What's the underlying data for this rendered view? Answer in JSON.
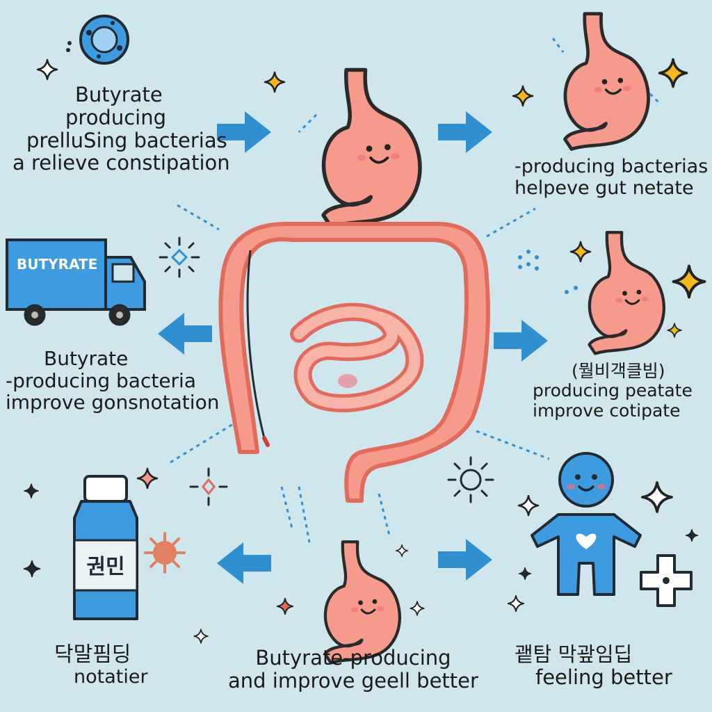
{
  "labels": {
    "top_left": [
      "Butyrate",
      "producing",
      "prelluSing bacterias",
      "a relieve constipation"
    ],
    "top_right": [
      "-producing bacterias",
      "helpeve gut netate"
    ],
    "mid_left": [
      "Butyrate",
      "-producing bacteria",
      "improve gonsnotation"
    ],
    "mid_right": [
      "(뭘비객클빔)",
      "producing peatate",
      "improve cotipate"
    ],
    "bottom_left": [
      "닥말핌딩",
      "notatier"
    ],
    "bottom_center": [
      "Butyrate-producing",
      "and improve geell better"
    ],
    "bottom_right": [
      "괱탐 막괖임딥",
      "feeling better"
    ]
  },
  "truck": {
    "sign": "BUTYRATE"
  },
  "bottle": {
    "label": "권민"
  },
  "colors": {
    "background": "#cfe6ec",
    "arrow": "#2f8fcf",
    "organ": "#f59a8c",
    "organ_dark": "#e06a5c",
    "figure": "#3f9be0",
    "sparkle_gold": "#f2b81c",
    "outline": "#1f2a33"
  }
}
